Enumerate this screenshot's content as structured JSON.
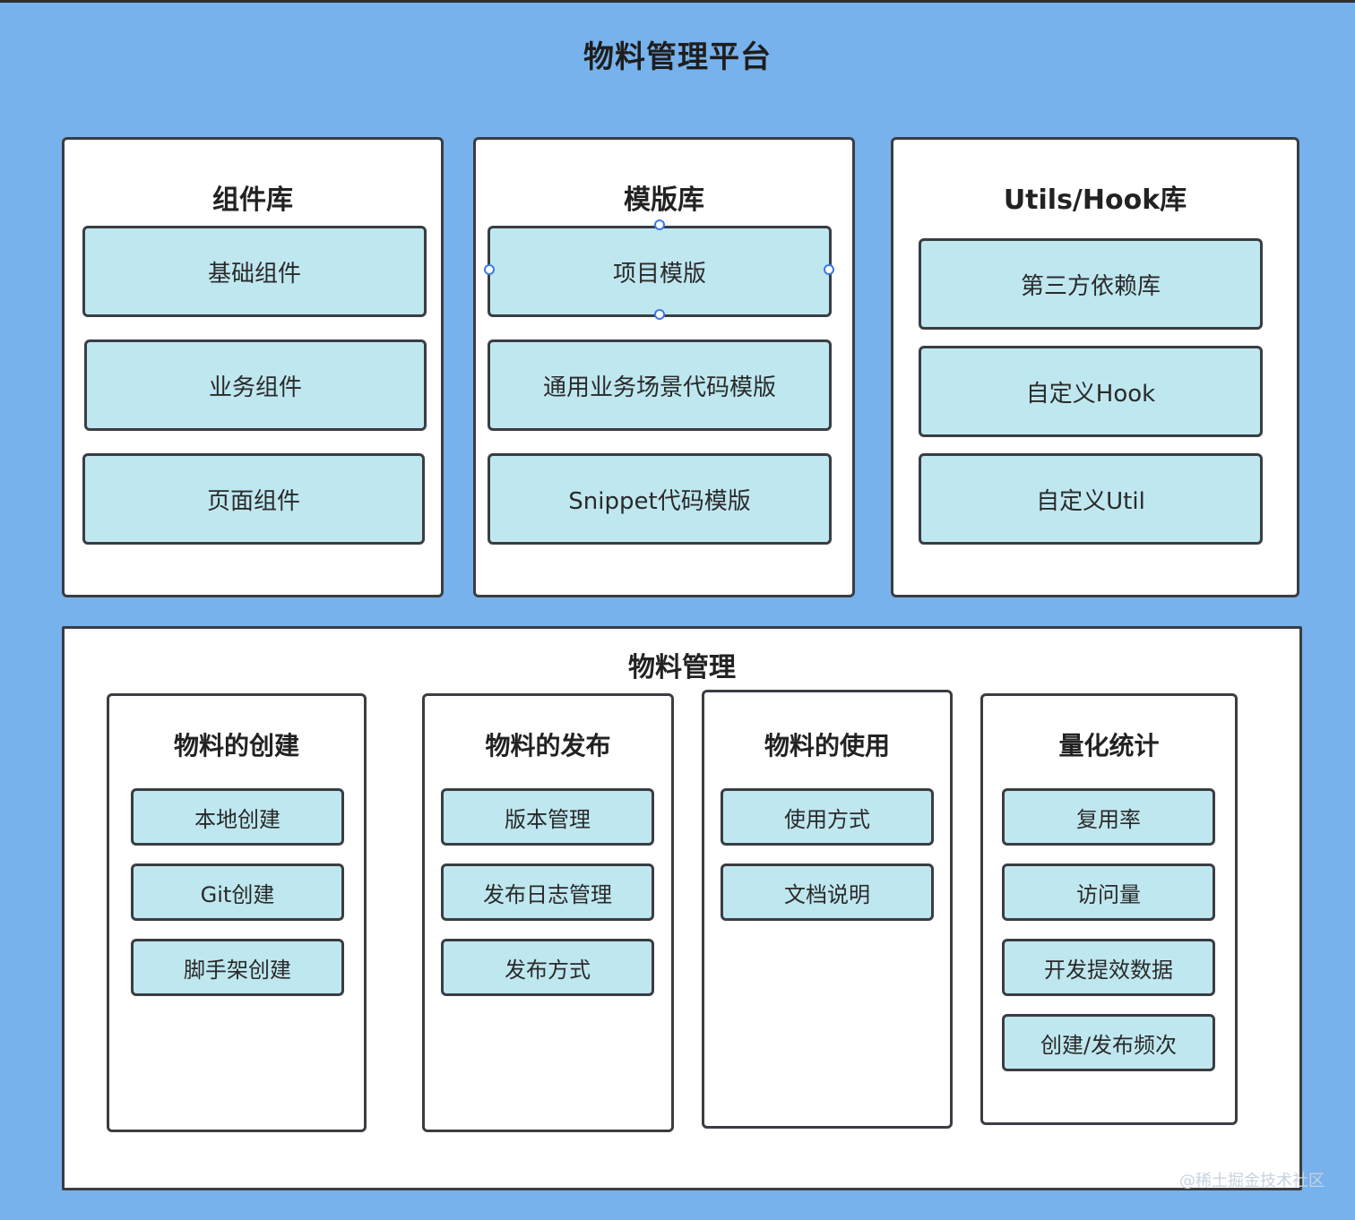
{
  "title": "物料管理平台",
  "libraries": [
    {
      "title": "组件库",
      "items": [
        "基础组件",
        "业务组件",
        "页面组件"
      ]
    },
    {
      "title": "模版库",
      "items": [
        "项目模版",
        "通用业务场景代码模版",
        "Snippet代码模版"
      ]
    },
    {
      "title": "Utils/Hook库",
      "items": [
        "第三方依赖库",
        "自定义Hook",
        "自定义Util"
      ]
    }
  ],
  "management": {
    "title": "物料管理",
    "sections": [
      {
        "title": "物料的创建",
        "items": [
          "本地创建",
          "Git创建",
          "脚手架创建"
        ]
      },
      {
        "title": "物料的发布",
        "items": [
          "版本管理",
          "发布日志管理",
          "发布方式"
        ]
      },
      {
        "title": "物料的使用",
        "items": [
          "使用方式",
          "文档说明"
        ]
      },
      {
        "title": "量化统计",
        "items": [
          "复用率",
          "访问量",
          "开发提效数据",
          "创建/发布频次"
        ]
      }
    ]
  },
  "watermark": "@稀土掘金技术社区",
  "colors": {
    "background": "#77b2ec",
    "panel": "#ffffff",
    "item": "#bfe7ef",
    "border": "#3a3d42",
    "handle": "#3b78e7"
  }
}
